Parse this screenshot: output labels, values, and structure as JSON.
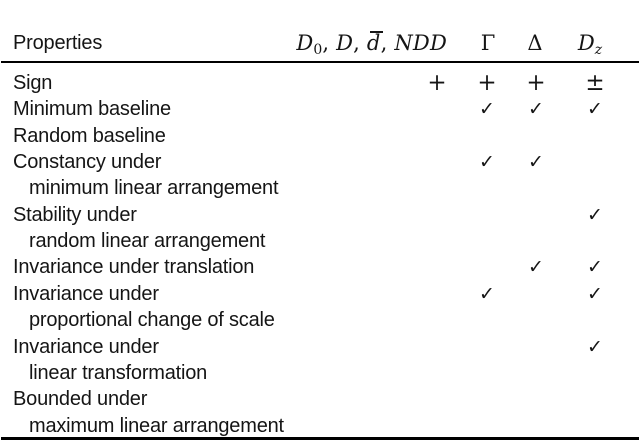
{
  "colors": {
    "background": "#ffffff",
    "text": "#151515",
    "rule": "#000000"
  },
  "symbols": {
    "plus": "+",
    "plus_minus": "±",
    "check": "✓"
  },
  "table": {
    "header": {
      "properties": "Properties",
      "metric_group_parts": [
        "D",
        "0",
        ", ",
        "D",
        ", ",
        "d",
        ", ",
        "NDD"
      ],
      "gamma": "Γ",
      "delta": "Δ",
      "dz_parts": [
        "D",
        "z"
      ]
    },
    "rows": [
      {
        "label": "Sign",
        "indent": false,
        "cells": [
          "+",
          "+",
          "+",
          "±"
        ]
      },
      {
        "label": "Minimum baseline",
        "indent": false,
        "cells": [
          "",
          "✓",
          "✓",
          "✓"
        ]
      },
      {
        "label": "Random baseline",
        "indent": false,
        "cells": [
          "",
          "",
          "",
          ""
        ]
      },
      {
        "label": "Constancy under",
        "indent": false,
        "cells": [
          "",
          "✓",
          "✓",
          ""
        ]
      },
      {
        "label": "minimum linear arrangement",
        "indent": true,
        "cells": [
          "",
          "",
          "",
          ""
        ]
      },
      {
        "label": "Stability under",
        "indent": false,
        "cells": [
          "",
          "",
          "",
          "✓"
        ]
      },
      {
        "label": "random linear arrangement",
        "indent": true,
        "cells": [
          "",
          "",
          "",
          ""
        ]
      },
      {
        "label": "Invariance under translation",
        "indent": false,
        "cells": [
          "",
          "",
          "✓",
          "✓"
        ]
      },
      {
        "label": "Invariance under",
        "indent": false,
        "cells": [
          "",
          "✓",
          "",
          "✓"
        ]
      },
      {
        "label": "proportional change of scale",
        "indent": true,
        "cells": [
          "",
          "",
          "",
          ""
        ]
      },
      {
        "label": "Invariance under",
        "indent": false,
        "cells": [
          "",
          "",
          "",
          "✓"
        ]
      },
      {
        "label": "linear transformation",
        "indent": true,
        "cells": [
          "",
          "",
          "",
          ""
        ]
      },
      {
        "label": "Bounded under",
        "indent": false,
        "cells": [
          "",
          "",
          "",
          ""
        ]
      },
      {
        "label": "maximum linear arrangement",
        "indent": true,
        "cells": [
          "",
          "",
          "",
          ""
        ]
      }
    ]
  }
}
